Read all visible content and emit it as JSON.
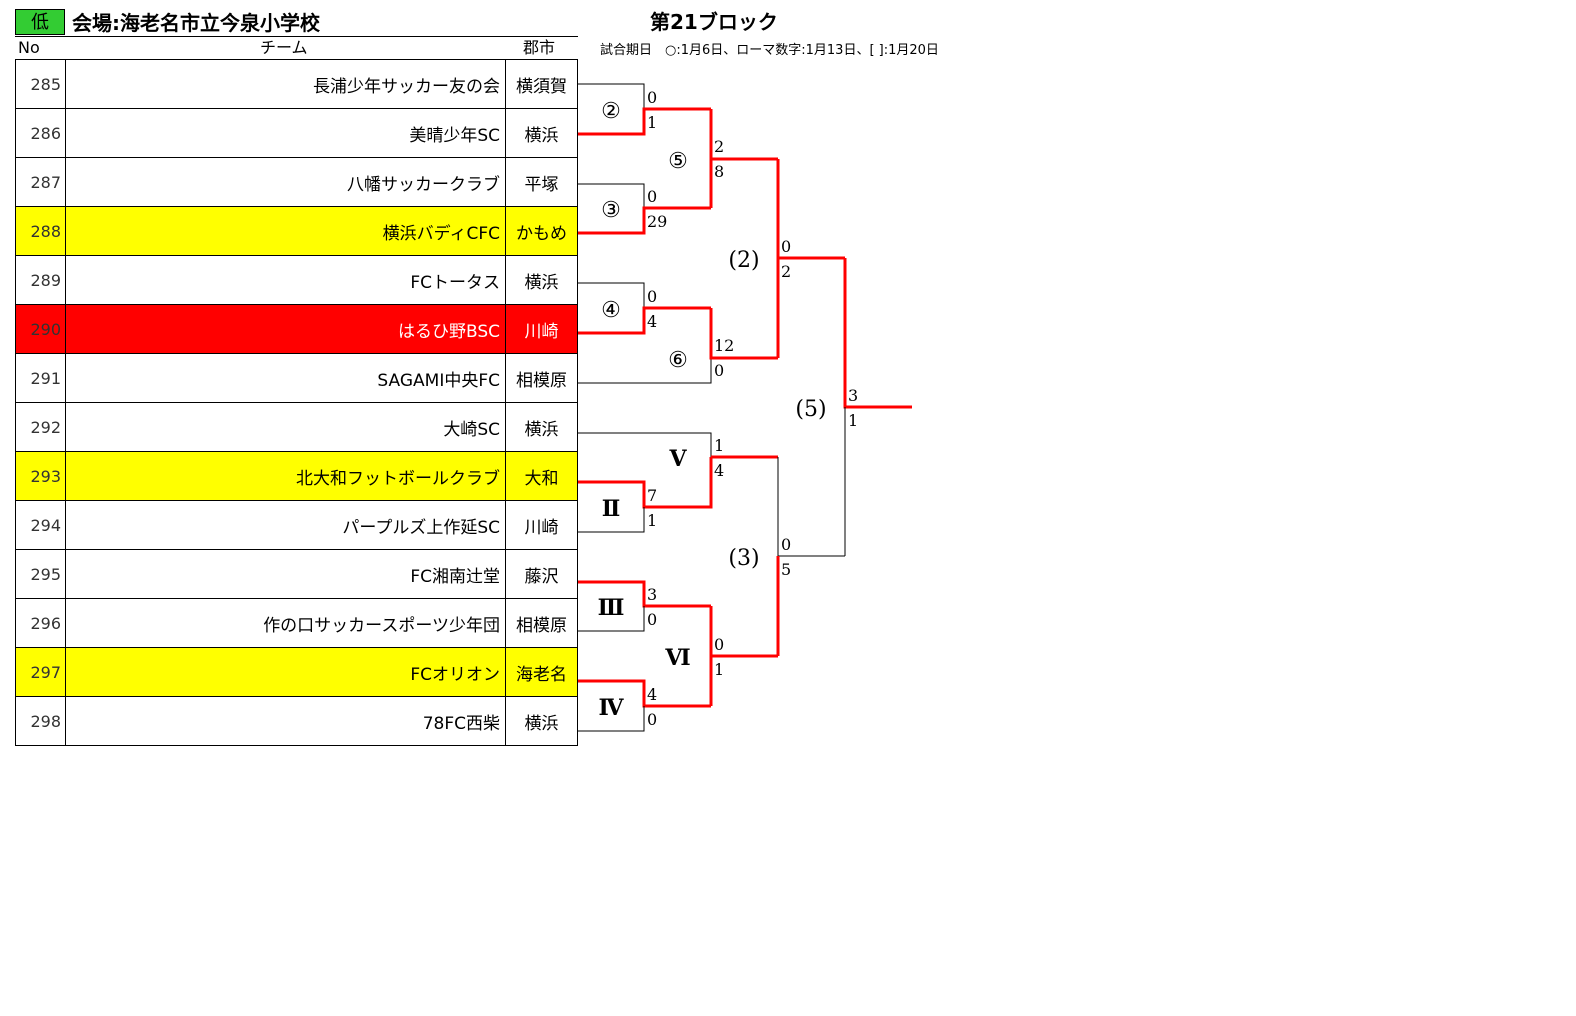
{
  "header": {
    "badge": "低",
    "venue": "会場:海老名市立今泉小学校",
    "block_title": "第21ブロック",
    "col_no": "No",
    "col_team": "チーム",
    "col_city": "郡市",
    "legend": "試合期日　○:1月6日、ローマ数字:1月13日、[ ]:1月20日"
  },
  "teams": [
    {
      "no": "285",
      "name": "長浦少年サッカー友の会",
      "city": "横須賀",
      "highlight": ""
    },
    {
      "no": "286",
      "name": "美晴少年SC",
      "city": "横浜",
      "highlight": ""
    },
    {
      "no": "287",
      "name": "八幡サッカークラブ",
      "city": "平塚",
      "highlight": ""
    },
    {
      "no": "288",
      "name": "横浜バディCFC",
      "city": "かもめ",
      "highlight": "yellow"
    },
    {
      "no": "289",
      "name": "FCトータス",
      "city": "横浜",
      "highlight": ""
    },
    {
      "no": "290",
      "name": "はるひ野BSC",
      "city": "川崎",
      "highlight": "red"
    },
    {
      "no": "291",
      "name": "SAGAMI中央FC",
      "city": "相模原",
      "highlight": ""
    },
    {
      "no": "292",
      "name": "大崎SC",
      "city": "横浜",
      "highlight": ""
    },
    {
      "no": "293",
      "name": "北大和フットボールクラブ",
      "city": "大和",
      "highlight": "yellow"
    },
    {
      "no": "294",
      "name": "パープルズ上作延SC",
      "city": "川崎",
      "highlight": ""
    },
    {
      "no": "295",
      "name": "FC湘南辻堂",
      "city": "藤沢",
      "highlight": ""
    },
    {
      "no": "296",
      "name": "作の口サッカースポーツ少年団",
      "city": "相模原",
      "highlight": ""
    },
    {
      "no": "297",
      "name": "FCオリオン",
      "city": "海老名",
      "highlight": "yellow"
    },
    {
      "no": "298",
      "name": "78FC西柴",
      "city": "横浜",
      "highlight": ""
    }
  ],
  "matches": {
    "m2": {
      "label": "②",
      "top_score": "0",
      "bottom_score": "1"
    },
    "m3": {
      "label": "③",
      "top_score": "0",
      "bottom_score": "29"
    },
    "m4": {
      "label": "④",
      "top_score": "0",
      "bottom_score": "4"
    },
    "m5": {
      "label": "⑤",
      "top_score": "2",
      "bottom_score": "8"
    },
    "m6": {
      "label": "⑥",
      "top_score": "12",
      "bottom_score": "0"
    },
    "mII": {
      "label": "Ⅱ",
      "top_score": "7",
      "bottom_score": "1"
    },
    "mIII": {
      "label": "Ⅲ",
      "top_score": "3",
      "bottom_score": "0"
    },
    "mIV": {
      "label": "Ⅳ",
      "top_score": "4",
      "bottom_score": "0"
    },
    "mV": {
      "label": "Ⅴ",
      "top_score": "1",
      "bottom_score": "4"
    },
    "mVI": {
      "label": "Ⅵ",
      "top_score": "0",
      "bottom_score": "1"
    },
    "r2": {
      "label": "(2)",
      "top_score": "0",
      "bottom_score": "2"
    },
    "r3": {
      "label": "(3)",
      "top_score": "0",
      "bottom_score": "5"
    },
    "r5": {
      "label": "(5)",
      "top_score": "3",
      "bottom_score": "1"
    }
  },
  "colors": {
    "winner_line": "#ff0000",
    "line": "#000000",
    "badge": "#33cc33",
    "highlight_yellow": "#ffff00",
    "highlight_red": "#ff0000"
  }
}
